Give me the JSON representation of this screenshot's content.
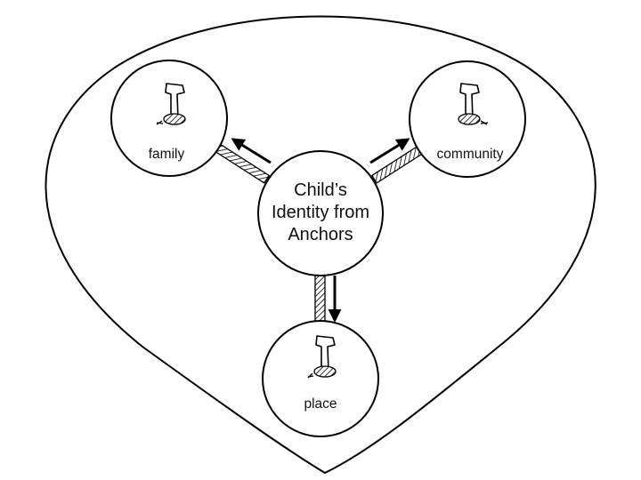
{
  "diagram": {
    "center": {
      "lines": [
        "Child’s",
        "Identity from",
        "Anchors"
      ]
    },
    "anchors": [
      {
        "id": "family",
        "label": "family"
      },
      {
        "id": "community",
        "label": "community"
      },
      {
        "id": "place",
        "label": "place"
      }
    ],
    "colors": {
      "stroke": "#000000",
      "fill": "#ffffff"
    },
    "icons": {
      "anchor": "stake-icon",
      "connector": "rope-icon",
      "direction": "arrow-icon"
    }
  }
}
